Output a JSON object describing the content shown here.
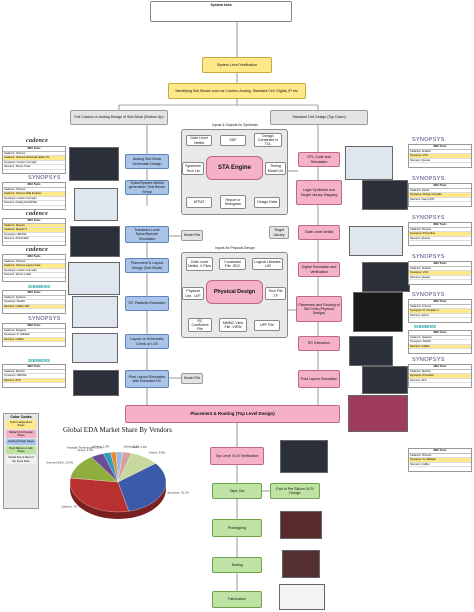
{
  "top": {
    "system_idea": "System Idea",
    "system_verification": "System Level Verification",
    "identify": "Identifying Sub Blocks such as Custom, Analog, Standard Cell, Digital, IP etc.",
    "full_custom": "Full Custom or Analog Design of Sub Block (Bottom Up)",
    "std_cell": "Standard Cell Design (Top Down)"
  },
  "synthesis_panel": {
    "title": "Inputs & Outputs for Synthesis",
    "engine": "STA Engine",
    "items": {
      "gate_netlist": "Gate Level Netlist",
      "sdf": "SDF",
      "constraint_tcl": "Design Constraint in TCL",
      "synth_tech_lib": "Synthesis Tech Lib",
      "timing_model": "Timing Model Lib",
      "atpg": "ATPAT",
      "report": "Report or Histogram",
      "design_data": "Design Data"
    }
  },
  "physical_panel": {
    "title": "Inputs for Physical Design",
    "engine": "Physical Design",
    "items": {
      "gate_netlist": "Gate Level Netlist .V Files",
      "constraint": "Constraint File .SDC",
      "logical_lib": "Logical Libraries .LIB",
      "phys_lib": "Physical Libr. .LEF",
      "tech": "Tech File .TF",
      "rc_coef": "RC Coefficient File",
      "mmmc": "MMMC View File .VIEW",
      "upf": "UPF File"
    }
  },
  "left_flow": [
    "Analog Sub Block Schematic Design",
    "Spice/Spectre Netlist generation, Test Bench Setup",
    "Transistor Level Spice/Spectre Simulation",
    "Placement & Layout Design (Sub Block)",
    "RC Parasitic Extraction",
    "Layout vs Schematic Check or LVS",
    "Post Layout Simulation with Extracted RC"
  ],
  "model_file": "Model File",
  "right_flow": [
    "RTL Code and Simulation",
    "Logic Synthesis and Target Library Mapping",
    "Gate Level Netlist",
    "Digital Simulation and Verification",
    "Placement and Routing of Std Cells (Physical Design)",
    "RC Extraction",
    "Post Layout Simulation"
  ],
  "target_library": "Target Library",
  "placement_routing": "Placement & Routing (Top Level Design)",
  "bottom_flow": {
    "top_vlsi": "Top Level VLSI Verification",
    "tapeout": "Tape-Out",
    "end_pre_silicon": "End of Pre Silicon VLSI Design",
    "prototyping": "Prototyping",
    "testing": "Testing",
    "fabrication": "Fabrication"
  },
  "vendors": {
    "cadence": "cadence",
    "synopsys": "SYNOPSYS",
    "siemens": "SIEMENS"
  },
  "eda_tools_header": "EDA Tools",
  "tool_tables": [
    {
      "rows": [
        "Cadence: Virtuoso",
        "Cadence: Virtuoso Schematic Editor XL",
        "Synopsys: Custom Compiler",
        "Siemens: Tanner Tools"
      ]
    },
    {
      "rows": [
        "Cadence: Virtuoso",
        "Cadence: Virtuoso ADE Explorer",
        "Synopsys: Custom Compiler",
        "Siemens: Analog FastSPICE"
      ]
    },
    {
      "rows": [
        "Cadence: Spectre",
        "Cadence: Spectre X",
        "Synopsys: HSPICE",
        "Siemens: AFS & Eldo"
      ]
    },
    {
      "rows": [
        "Cadence: Virtuoso",
        "Cadence: Virtuoso Layout Suite",
        "Synopsys: Custom Compiler",
        "Siemens: Tanner L-Edit"
      ]
    },
    {
      "rows": [
        "Cadence: Quantus",
        "Synopsys: StarRC",
        "Siemens: Calibre xRC"
      ]
    },
    {
      "rows": [
        "Cadence: Pegasus",
        "Synopsys: IC Validator",
        "Siemens: Calibre"
      ]
    },
    {
      "rows": [
        "Cadence: Spectre",
        "Synopsys: HSPICE",
        "Siemens: AFS"
      ]
    },
    {
      "rows": [
        "Cadence: Xcelium",
        "Synopsys: VCS",
        "Siemens: Questa"
      ]
    },
    {
      "rows": [
        "Cadence: Genus",
        "Synopsys: Design Compiler",
        "Siemens: Oasys-RTL"
      ]
    },
    {
      "rows": [
        "Cadence: Tempus",
        "Synopsys: PrimeTime",
        "Siemens: Questa"
      ]
    },
    {
      "rows": [
        "Cadence: Xcelium",
        "Synopsys: VCS",
        "Siemens: Questa"
      ]
    },
    {
      "rows": [
        "Cadence: Innovus",
        "Synopsys: IC Compiler II",
        "Siemens: Aprisa"
      ]
    },
    {
      "rows": [
        "Cadence: Quantus",
        "Synopsys: StarRC",
        "Siemens: Calibre"
      ]
    },
    {
      "rows": [
        "Cadence: Spectre",
        "Synopsys: PrimeSim",
        "Siemens: AFS"
      ]
    },
    {
      "rows": [
        "Cadence: Virtuoso",
        "Synopsys: IC Validator",
        "Siemens: Calibre"
      ]
    }
  ],
  "legend": {
    "title": "Color Codes",
    "items": [
      "Tech Independent Steps",
      "Digital VLSI Design Steps",
      "Analog Design Steps",
      "Post Silicon or Fab Steps",
      "Model File & Rest of the Input Files"
    ],
    "colors": [
      "#fde98a",
      "#f4b1c7",
      "#a9c4e8",
      "#bfe3a5",
      "#e4e4e4"
    ]
  },
  "chart_data": {
    "type": "pie",
    "title": "Global EDA Market Share By Vendors",
    "slices": [
      {
        "label": "Synopsys, 32.1%",
        "value": 32.1,
        "color": "#3b5ba9"
      },
      {
        "label": "Cadence, 30.7%",
        "value": 30.7,
        "color": "#b8302f"
      },
      {
        "label": "Siemens EDA, 13.5%",
        "value": 13.5,
        "color": "#8fae3d"
      },
      {
        "label": "Ansys, 4.4%",
        "value": 4.4,
        "color": "#6c4c97"
      },
      {
        "label": "Keysight Technologies, 2.5%",
        "value": 2.5,
        "color": "#2f9bbd"
      },
      {
        "label": "Silvaco, 1.8%",
        "value": 1.8,
        "color": "#e98a2b"
      },
      {
        "label": "Zuken, 2.3%",
        "value": 2.3,
        "color": "#9dbbe3"
      },
      {
        "label": "Altium, 2.9%",
        "value": 2.9,
        "color": "#d6a0a0"
      },
      {
        "label": "Others, 9.8%",
        "value": 9.8,
        "color": "#c7d99c"
      }
    ]
  }
}
